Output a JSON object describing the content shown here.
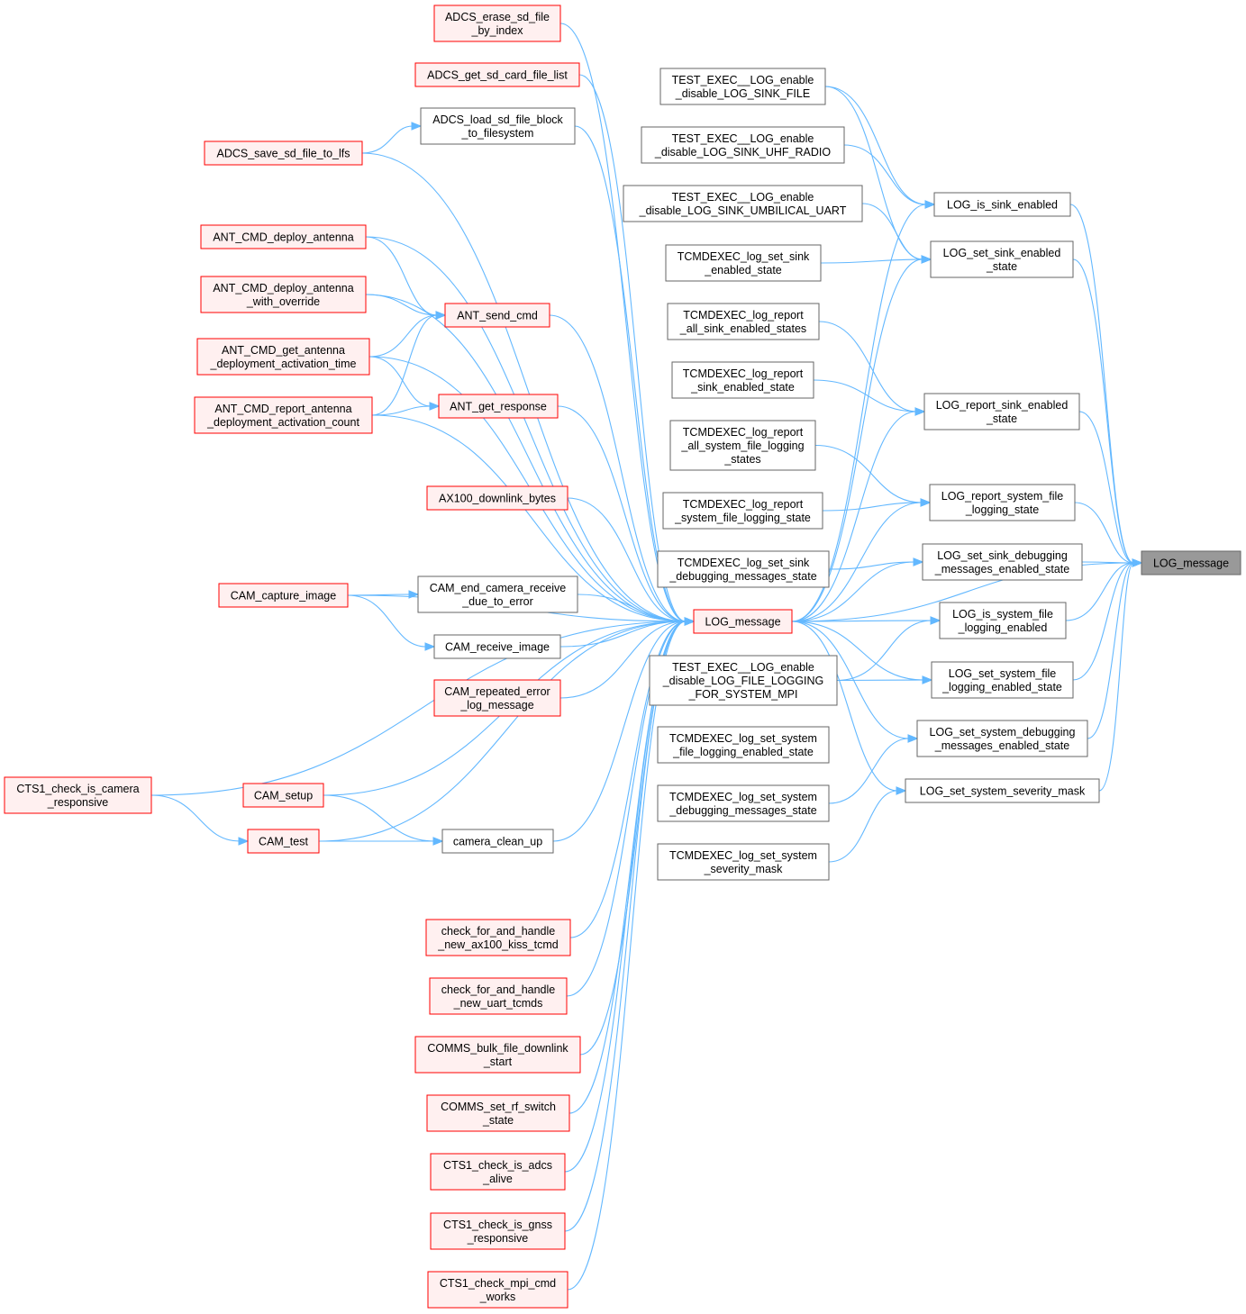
{
  "title": "",
  "colors": {
    "edge": "#63b8ff",
    "caller_red_border": "#ff0000",
    "caller_red_fill": "#fff0f0",
    "root_fill": "#999999",
    "gray_border": "#666666"
  },
  "nodes": {
    "adcs_erase": [
      "ADCS_erase_sd_file",
      "_by_index"
    ],
    "adcs_get_list": [
      "ADCS_get_sd_card_file_list"
    ],
    "adcs_load": [
      "ADCS_load_sd_file_block",
      "_to_filesystem"
    ],
    "adcs_save": [
      "ADCS_save_sd_file_to_lfs"
    ],
    "ant_deploy": [
      "ANT_CMD_deploy_antenna"
    ],
    "ant_deploy_override": [
      "ANT_CMD_deploy_antenna",
      "_with_override"
    ],
    "ant_get_time": [
      "ANT_CMD_get_antenna",
      "_deployment_activation_time"
    ],
    "ant_report_count": [
      "ANT_CMD_report_antenna",
      "_deployment_activation_count"
    ],
    "ant_send_cmd": [
      "ANT_send_cmd"
    ],
    "ant_get_response": [
      "ANT_get_response"
    ],
    "ax100_downlink": [
      "AX100_downlink_bytes"
    ],
    "cam_capture": [
      "CAM_capture_image"
    ],
    "cam_end_receive": [
      "CAM_end_camera_receive",
      "_due_to_error"
    ],
    "cam_receive": [
      "CAM_receive_image"
    ],
    "cam_repeated": [
      "CAM_repeated_error",
      "_log_message"
    ],
    "cts1_camera": [
      "CTS1_check_is_camera",
      "_responsive"
    ],
    "cam_setup": [
      "CAM_setup"
    ],
    "cam_test": [
      "CAM_test"
    ],
    "camera_clean_up": [
      "camera_clean_up"
    ],
    "check_ax100": [
      "check_for_and_handle",
      "_new_ax100_kiss_tcmd"
    ],
    "check_uart": [
      "check_for_and_handle",
      "_new_uart_tcmds"
    ],
    "comms_bulk": [
      "COMMS_bulk_file_downlink",
      "_start"
    ],
    "comms_rf": [
      "COMMS_set_rf_switch",
      "_state"
    ],
    "cts1_adcs": [
      "CTS1_check_is_adcs",
      "_alive"
    ],
    "cts1_gnss": [
      "CTS1_check_is_gnss",
      "_responsive"
    ],
    "cts1_mpi": [
      "CTS1_check_mpi_cmd",
      "_works"
    ],
    "log_message_mid": [
      "LOG_message"
    ],
    "test_file": [
      "TEST_EXEC__LOG_enable",
      "_disable_LOG_SINK_FILE"
    ],
    "test_uhf": [
      "TEST_EXEC__LOG_enable",
      "_disable_LOG_SINK_UHF_RADIO"
    ],
    "test_umb": [
      "TEST_EXEC__LOG_enable",
      "_disable_LOG_SINK_UMBILICAL_UART"
    ],
    "tc_set_sink": [
      "TCMDEXEC_log_set_sink",
      "_enabled_state"
    ],
    "tc_report_all_sink": [
      "TCMDEXEC_log_report",
      "_all_sink_enabled_states"
    ],
    "tc_report_sink": [
      "TCMDEXEC_log_report",
      "_sink_enabled_state"
    ],
    "tc_report_all_sys": [
      "TCMDEXEC_log_report",
      "_all_system_file_logging",
      "_states"
    ],
    "tc_report_sys": [
      "TCMDEXEC_log_report",
      "_system_file_logging_state"
    ],
    "tc_set_sink_dbg": [
      "TCMDEXEC_log_set_sink",
      "_debugging_messages_state"
    ],
    "test_mpi": [
      "TEST_EXEC__LOG_enable",
      "_disable_LOG_FILE_LOGGING",
      "_FOR_SYSTEM_MPI"
    ],
    "tc_set_sys_file": [
      "TCMDEXEC_log_set_system",
      "_file_logging_enabled_state"
    ],
    "tc_set_sys_dbg": [
      "TCMDEXEC_log_set_system",
      "_debugging_messages_state"
    ],
    "tc_set_sys_sev": [
      "TCMDEXEC_log_set_system",
      "_severity_mask"
    ],
    "log_is_sink": [
      "LOG_is_sink_enabled"
    ],
    "log_set_sink": [
      "LOG_set_sink_enabled",
      "_state"
    ],
    "log_report_sink": [
      "LOG_report_sink_enabled",
      "_state"
    ],
    "log_report_sys": [
      "LOG_report_system_file",
      "_logging_state"
    ],
    "log_set_sink_dbg": [
      "LOG_set_sink_debugging",
      "_messages_enabled_state"
    ],
    "log_is_sys": [
      "LOG_is_system_file",
      "_logging_enabled"
    ],
    "log_set_sys_file": [
      "LOG_set_system_file",
      "_logging_enabled_state"
    ],
    "log_set_sys_dbg": [
      "LOG_set_system_debugging",
      "_messages_enabled_state"
    ],
    "log_set_sys_sev": [
      "LOG_set_system_severity_mask"
    ],
    "log_message_root": [
      "LOG_message"
    ]
  }
}
